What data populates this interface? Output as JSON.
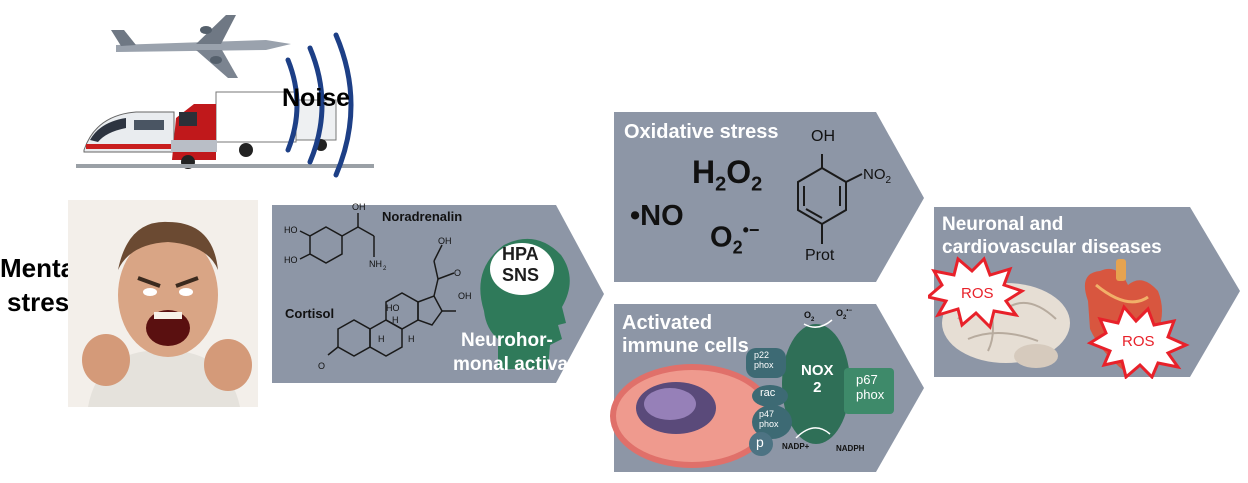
{
  "labels": {
    "noise": "Noise",
    "mental_stress_line1": "Mental",
    "mental_stress_line2": "stress"
  },
  "neuro": {
    "noradrenalin": "Noradrenalin",
    "cortisol": "Cortisol",
    "hpa": "HPA",
    "sns": "SNS",
    "title_line1": "Neurohor-",
    "title_line2": "monal activation"
  },
  "oxidative": {
    "title": "Oxidative stress",
    "no": "NO",
    "o2": "O",
    "oh": "OH",
    "no2": "NO",
    "prot": "Prot"
  },
  "immune": {
    "title_line1": "Activated",
    "title_line2": "immune cells",
    "nox": "NOX",
    "nox_2": "2",
    "p67": "p67",
    "p67_phox": "phox",
    "p22": "p22",
    "p22_phox": "phox",
    "rac": "rac",
    "p47": "p47",
    "p47_phox": "phox",
    "p": "p",
    "o2": "O",
    "o2_radical": "O",
    "nadp": "NADP+",
    "nadph": "NADPH"
  },
  "disease": {
    "title_line1": "Neuronal and",
    "title_line2": "cardiovascular diseases",
    "ros1": "ROS",
    "ros2": "ROS"
  },
  "colors": {
    "panel": "#8d96a6",
    "green": "#2f7a5a",
    "ros_red": "#e8212a"
  }
}
